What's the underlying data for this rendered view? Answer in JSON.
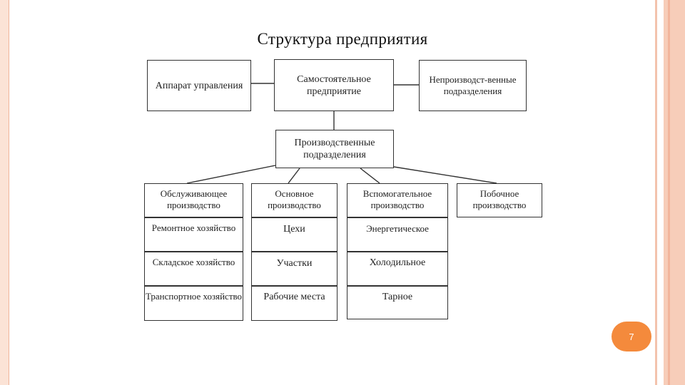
{
  "slide": {
    "title": "Структура предприятия",
    "page_number": "7"
  },
  "diagram": {
    "top_row": {
      "left": "Аппарат управления",
      "center": "Самостоятельное предприятие",
      "right": "Непроизводст-венные подразделения"
    },
    "middle": "Производственные подразделения",
    "columns": [
      {
        "header": "Обслуживающее производство",
        "items": [
          "Ремонтное хозяйство",
          "Складское хозяйство",
          "Транспортное хозяйство"
        ]
      },
      {
        "header": "Основное производство",
        "items": [
          "Цехи",
          "Участки",
          "Рабочие места"
        ]
      },
      {
        "header": "Вспомогательное производство",
        "items": [
          "Энергетическое",
          "Холодильное",
          "Тарное"
        ]
      },
      {
        "header": "Побочное производство",
        "items": []
      }
    ]
  },
  "colors": {
    "frame": "#f7cdb9",
    "badge": "#f48a3c",
    "border": "#333333"
  }
}
